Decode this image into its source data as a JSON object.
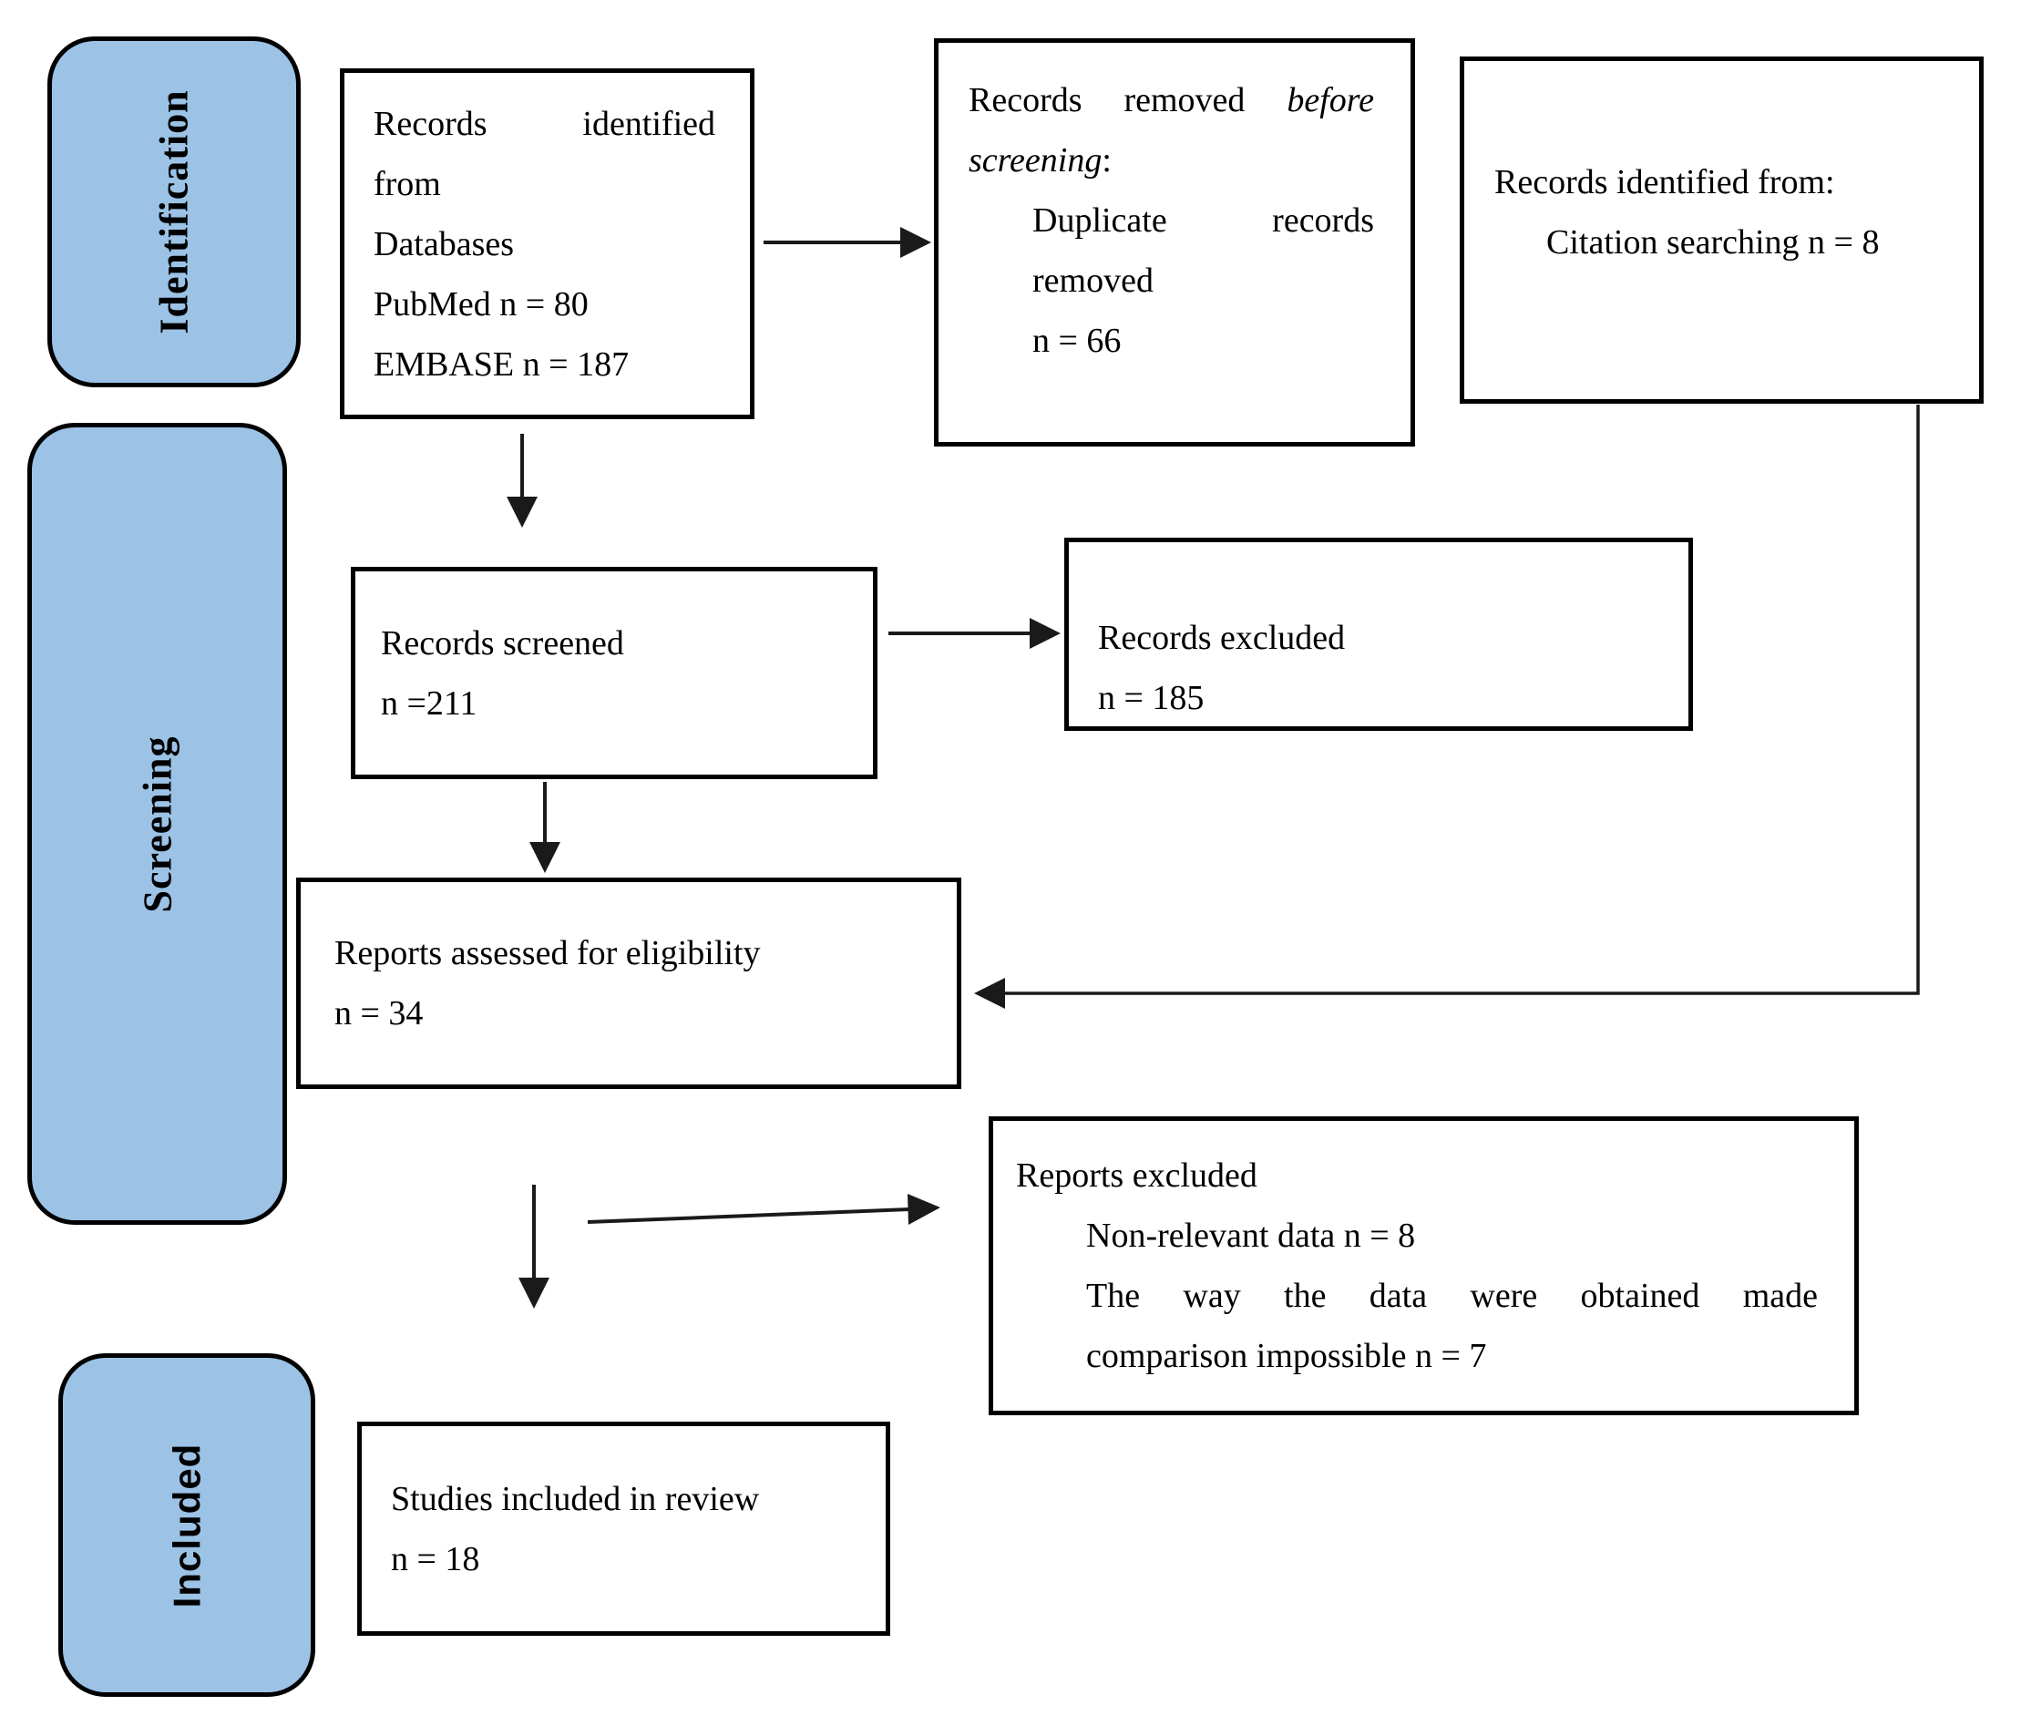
{
  "figure": {
    "kind": "PRISMA flow diagram"
  },
  "colors": {
    "stage_fill": "#9cc3e6",
    "stage_border": "#000000",
    "box_border": "#000000",
    "arrow": "#1a1a1a",
    "background": "#ffffff",
    "text": "#000000"
  },
  "stages": {
    "identification": "Identification",
    "screening": "Screening",
    "included": "Included"
  },
  "boxes": {
    "records_identified": {
      "l1": "Records identified",
      "l2": "from",
      "l3": "Databases",
      "l4": "PubMed n = 80",
      "l5": "EMBASE n = 187"
    },
    "records_removed": {
      "l1_normal": "Records removed",
      "l1_italic": "before",
      "l2_italic": "screening",
      "l2_normal": ":",
      "sub1": "Duplicate records",
      "sub2": "removed",
      "sub3": "n = 66"
    },
    "citation": {
      "l1": "Records identified from:",
      "sub1": "Citation searching n = 8"
    },
    "records_screened": {
      "l1": "Records screened",
      "l2": "n =211"
    },
    "records_excluded": {
      "l1": "Records excluded",
      "l2": "n = 185"
    },
    "reports_assessed": {
      "l1": "Reports assessed for eligibility",
      "l2": "n = 34"
    },
    "reports_excluded": {
      "l1": "Reports excluded",
      "sub1": "Non-relevant data n = 8",
      "sub2": "The way the data were obtained made",
      "sub3": "comparison impossible n = 7"
    },
    "studies_included": {
      "l1": "Studies included in review",
      "l2": "n = 18"
    }
  }
}
